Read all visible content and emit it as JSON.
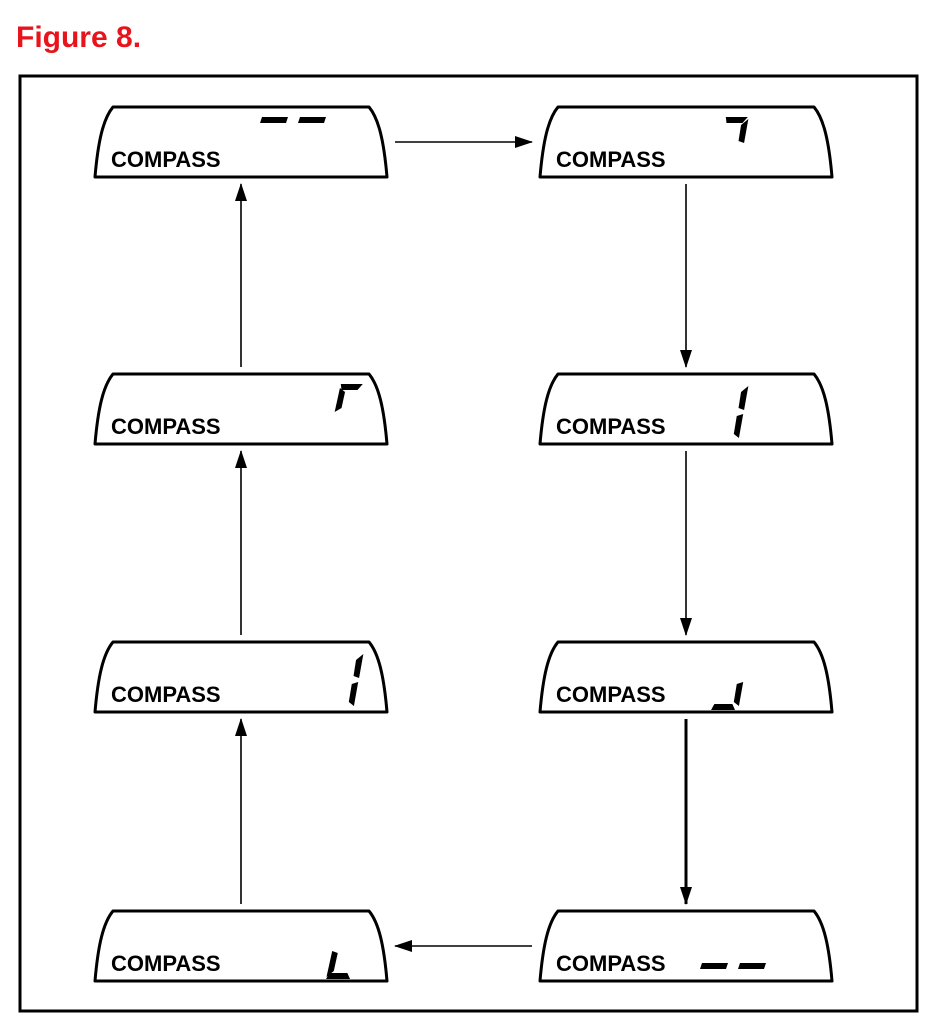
{
  "figure_title": "Figure 8.",
  "colors": {
    "title": "#e8141c",
    "line": "#000000",
    "segment": "#000000",
    "background": "#ffffff"
  },
  "displays": [
    {
      "id": "top-left",
      "label": "COMPASS",
      "segments": [
        "dash-left",
        "dash-right"
      ]
    },
    {
      "id": "top-right",
      "label": "COMPASS",
      "segments": [
        "top",
        "top-right"
      ]
    },
    {
      "id": "mid-right",
      "label": "COMPASS",
      "segments": [
        "top-right",
        "bottom-right"
      ]
    },
    {
      "id": "low-right",
      "label": "COMPASS",
      "segments": [
        "bottom-right",
        "bottom"
      ]
    },
    {
      "id": "bottom-right",
      "label": "COMPASS",
      "segments": [
        "dash-left",
        "dash-right"
      ]
    },
    {
      "id": "bottom-left",
      "label": "COMPASS",
      "segments": [
        "bottom-left",
        "bottom"
      ]
    },
    {
      "id": "low-left",
      "label": "COMPASS",
      "segments": [
        "top-right",
        "bottom-right"
      ]
    },
    {
      "id": "mid-left",
      "label": "COMPASS",
      "segments": [
        "top-left",
        "top"
      ]
    }
  ],
  "sequence": [
    {
      "from": "top-left",
      "to": "top-right"
    },
    {
      "from": "top-right",
      "to": "mid-right"
    },
    {
      "from": "mid-right",
      "to": "low-right"
    },
    {
      "from": "low-right",
      "to": "bottom-right"
    },
    {
      "from": "bottom-right",
      "to": "bottom-left"
    },
    {
      "from": "bottom-left",
      "to": "low-left"
    },
    {
      "from": "low-left",
      "to": "mid-left"
    },
    {
      "from": "mid-left",
      "to": "top-left"
    }
  ]
}
